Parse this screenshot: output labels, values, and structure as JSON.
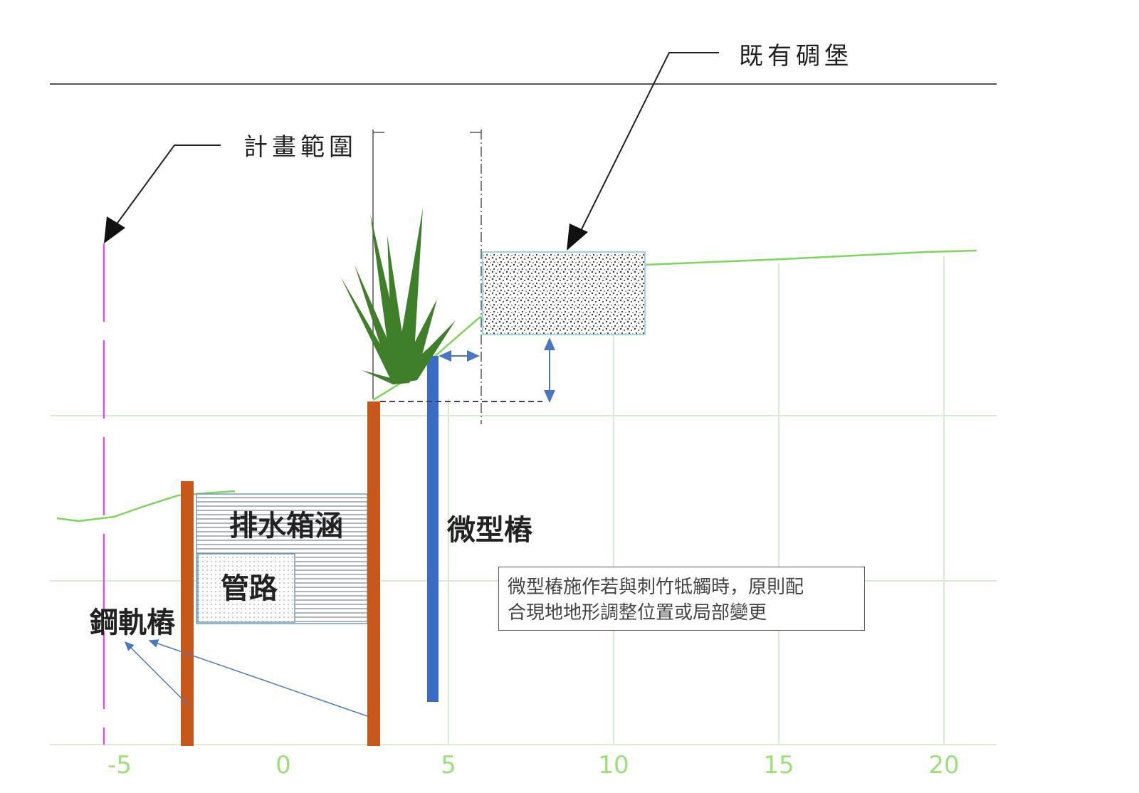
{
  "labels": {
    "plan_range": "計畫範圍",
    "existing_bunker": "既有碉堡",
    "drainage_culvert": "排水箱涵",
    "pipeline": "管路",
    "micro_pile": "微型樁",
    "rail_pile": "鋼軌樁"
  },
  "note": {
    "line1": "微型樁施作若與刺竹牴觸時，原則配",
    "line2": "合現地地形調整位置或局部變更"
  },
  "axis": {
    "ticks": [
      "-5",
      "0",
      "5",
      "10",
      "15",
      "20"
    ]
  },
  "colors": {
    "rail_pile": "#c8571b",
    "micro_pile": "#3b6cc4",
    "ground_line": "#7fd65a",
    "grid": "#d8ecd0",
    "axis_label": "#9be07a",
    "boundary": "#e055e0",
    "arrow_blue": "#4a78c0",
    "bamboo": "#3f7f2a"
  }
}
